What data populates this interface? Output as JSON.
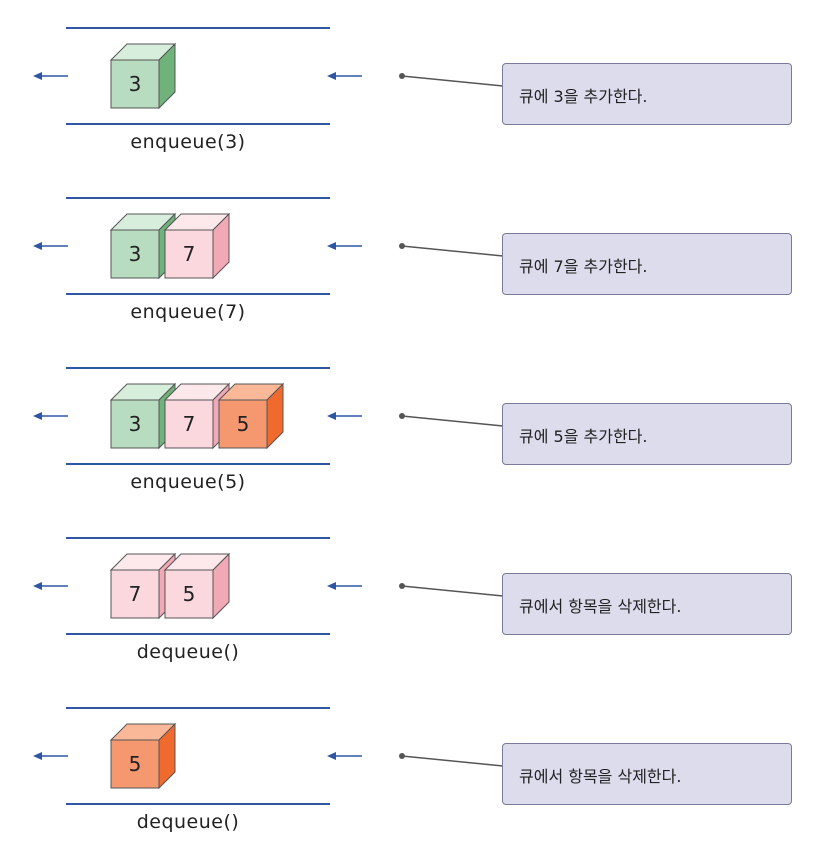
{
  "colors": {
    "rail": "#2f56a3",
    "arrow": "#2f56a3",
    "note_bg": "#dcdcec",
    "note_border": "#7a7a9a",
    "green": {
      "front": "#b8dcc0",
      "top": "#d8eedc",
      "side": "#6fb27a"
    },
    "pink": {
      "front": "#fbd8de",
      "top": "#fde8ec",
      "side": "#f2a9b6"
    },
    "orange": {
      "front": "#f59870",
      "top": "#fbb898",
      "side": "#f06a2e"
    }
  },
  "steps": [
    {
      "operation": "enqueue(3)",
      "note": "큐에 3을 추가한다.",
      "queue": [
        {
          "value": "3",
          "color": "green"
        }
      ]
    },
    {
      "operation": "enqueue(7)",
      "note": "큐에 7을 추가한다.",
      "queue": [
        {
          "value": "3",
          "color": "green"
        },
        {
          "value": "7",
          "color": "pink"
        }
      ]
    },
    {
      "operation": "enqueue(5)",
      "note": "큐에 5을 추가한다.",
      "queue": [
        {
          "value": "3",
          "color": "green"
        },
        {
          "value": "7",
          "color": "pink"
        },
        {
          "value": "5",
          "color": "orange"
        }
      ]
    },
    {
      "operation": "dequeue()",
      "note": "큐에서 항목을 삭제한다.",
      "queue": [
        {
          "value": "7",
          "color": "pink"
        },
        {
          "value": "5",
          "color": "pink"
        }
      ]
    },
    {
      "operation": "dequeue()",
      "note": "큐에서 항목을 삭제한다.",
      "queue": [
        {
          "value": "5",
          "color": "orange"
        }
      ]
    }
  ]
}
